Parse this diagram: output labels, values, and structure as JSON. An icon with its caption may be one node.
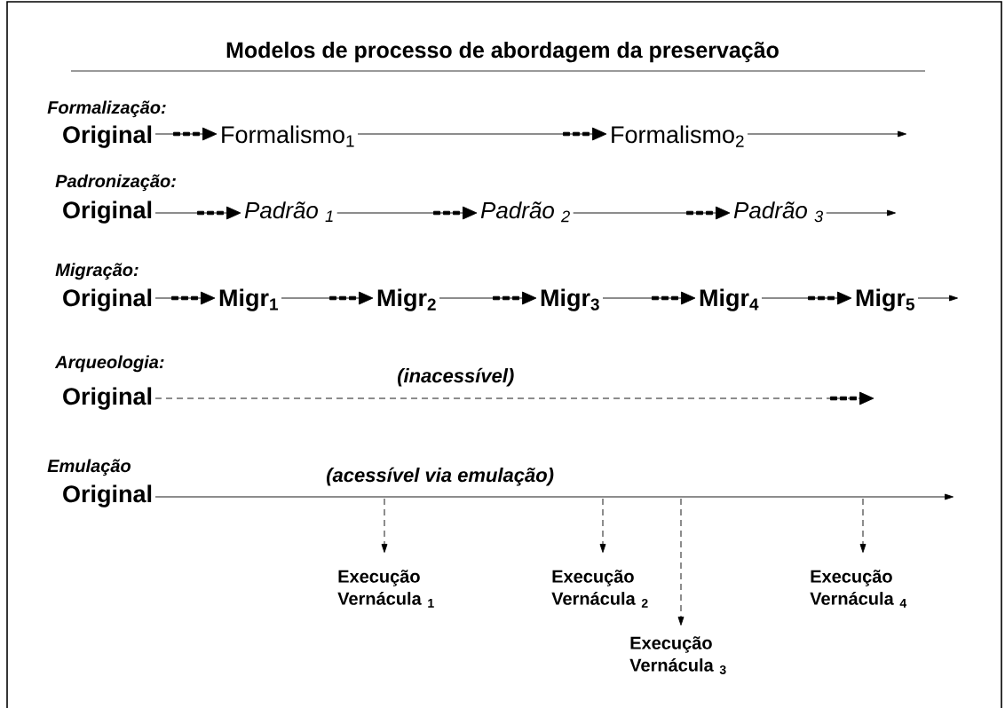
{
  "diagram": {
    "title": "Modelos de processo de abordagem da preservação",
    "nodes": [
      {
        "text": [
          "Original"
        ]
      },
      {
        "text": [
          "Formalismo$_{1}$"
        ]
      },
      {
        "text": [
          "Formalismo$_{2}$"
        ]
      },
      {
        "text": [
          "Original"
        ]
      },
      {
        "text": [
          "Padrão $_{1}$"
        ]
      },
      {
        "text": [
          "Padrão $_{2}$"
        ]
      },
      {
        "text": [
          "Padrão $_{3}$"
        ]
      },
      {
        "text": [
          "Original"
        ]
      },
      {
        "text": [
          "Migr$_{1}$"
        ]
      },
      {
        "text": [
          "Migr$_{2}$"
        ]
      },
      {
        "text": [
          "Migr$_{3}$"
        ]
      },
      {
        "text": [
          "Migr$_{4}$"
        ]
      },
      {
        "text": [
          "Migr$_{5}$"
        ]
      },
      {
        "text": [
          "Original"
        ]
      },
      {
        "text": [
          "Original"
        ]
      },
      {
        "text": [
          "Execução Vernácula $_{1}$"
        ]
      },
      {
        "text": [
          "Execução Vernácula $_{2}$"
        ]
      },
      {
        "text": [
          "Execução Vernácula $_{3}$"
        ]
      },
      {
        "text": [
          "Execução Vernácula $_{4}$"
        ]
      }
    ],
    "edges": [
      {
        "from": 0,
        "to": 1,
        "arrow": "to"
      },
      {
        "from": 1,
        "to": 2,
        "arrow": "to"
      },
      {
        "from": 2,
        "to": null,
        "arrow": "to"
      },
      {
        "from": 3,
        "to": 4,
        "arrow": "to"
      },
      {
        "from": 4,
        "to": 5,
        "arrow": "to"
      },
      {
        "from": 5,
        "to": 6,
        "arrow": "to"
      },
      {
        "from": 6,
        "to": null,
        "arrow": "to"
      },
      {
        "from": 7,
        "to": 8,
        "arrow": "to"
      },
      {
        "from": 8,
        "to": 9,
        "arrow": "to"
      },
      {
        "from": 9,
        "to": 10,
        "arrow": "to"
      },
      {
        "from": 10,
        "to": 11,
        "arrow": "to"
      },
      {
        "from": 11,
        "to": 12,
        "arrow": "to"
      },
      {
        "from": 12,
        "to": null,
        "arrow": "to"
      },
      {
        "from": 13,
        "to": null,
        "arrow": "to",
        "style": "dashed",
        "label": "(inacessível)"
      },
      {
        "from": 14,
        "to": null,
        "arrow": "to",
        "label": "(acessível via emulação)"
      },
      {
        "from": null,
        "to": 15,
        "arrow": "to",
        "style": "dashed"
      },
      {
        "from": null,
        "to": 16,
        "arrow": "to",
        "style": "dashed"
      },
      {
        "from": null,
        "to": 17,
        "arrow": "to",
        "style": "dashed"
      },
      {
        "from": null,
        "to": 18,
        "arrow": "to",
        "style": "dashed"
      }
    ],
    "labels": [
      "Formalização:",
      "Padronização:",
      "Migração:",
      "Arqueologia:",
      "Emulação"
    ]
  }
}
